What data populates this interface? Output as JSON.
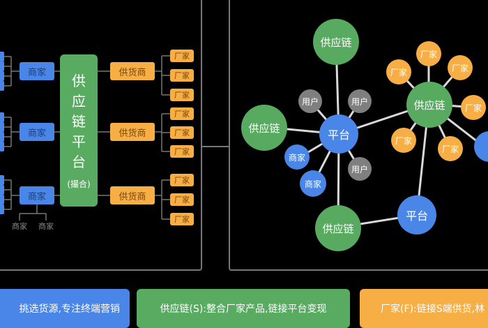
{
  "left": {
    "platform": {
      "title_chars": [
        "供",
        "应",
        "链",
        "平",
        "台"
      ],
      "subtitle": "(撮合)"
    },
    "merchant_label": "商家",
    "supplier_label": "供货商",
    "factory_label": "厂家",
    "mini_merchants": [
      "商家",
      "商家"
    ]
  },
  "right": {
    "supply_chain": "供应链",
    "platform": "平台",
    "user": "用户",
    "merchant": "商家",
    "factory": "厂家"
  },
  "legend": {
    "merchant_text": "挑选货源,专注终端营销",
    "supply_text": "供应链(S):整合厂家产品,链接平台变现",
    "factory_text": "厂家(F):链接S端供货,林"
  },
  "colors": {
    "blue": "#4a86e8",
    "green": "#5aab62",
    "orange": "#f6ae45",
    "gray": "#7f7f7f",
    "line": "#777777"
  }
}
